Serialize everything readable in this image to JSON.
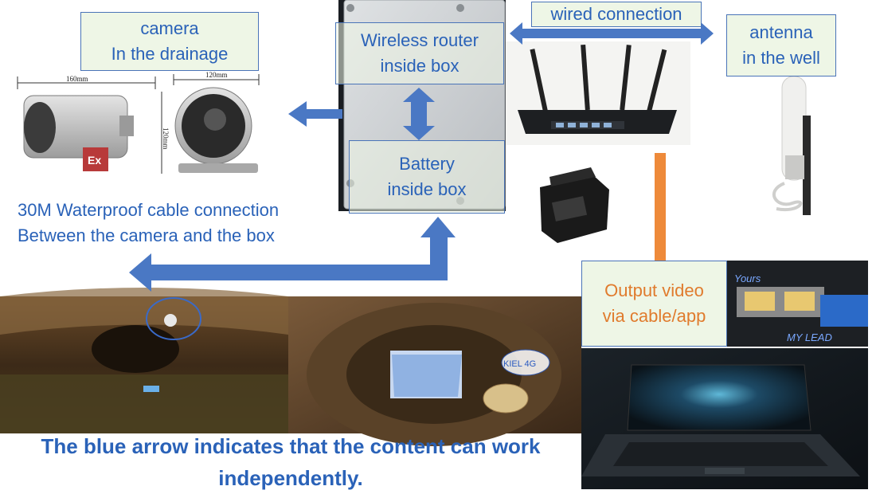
{
  "labels": {
    "camera": [
      "camera",
      "In the drainage"
    ],
    "router": [
      "Wireless router",
      "inside box"
    ],
    "wired": "wired connection",
    "antenna": [
      "antenna",
      "in the well"
    ],
    "battery": [
      "Battery",
      "inside box"
    ],
    "cable": [
      "30M Waterproof cable connection",
      "Between the camera and the box"
    ],
    "output": [
      "Output video",
      "via cable/app"
    ],
    "caption": [
      "The blue arrow indicates that the content can work",
      "independently."
    ]
  },
  "camera_dims": {
    "side_width": "160mm",
    "front_width": "120mm",
    "front_height": "120mm",
    "ex_mark": "Ex"
  },
  "photo_text": {
    "tag": "KIEL 4G",
    "yours": "Yours",
    "my_lead": "MY LEAD"
  },
  "colors": {
    "blue_arrow": "#4a78c4",
    "orange_arrow": "#ee8a3a",
    "label_text": "#2a62b8",
    "label_bg": "#eef6e6",
    "output_text": "#e07b2d"
  }
}
